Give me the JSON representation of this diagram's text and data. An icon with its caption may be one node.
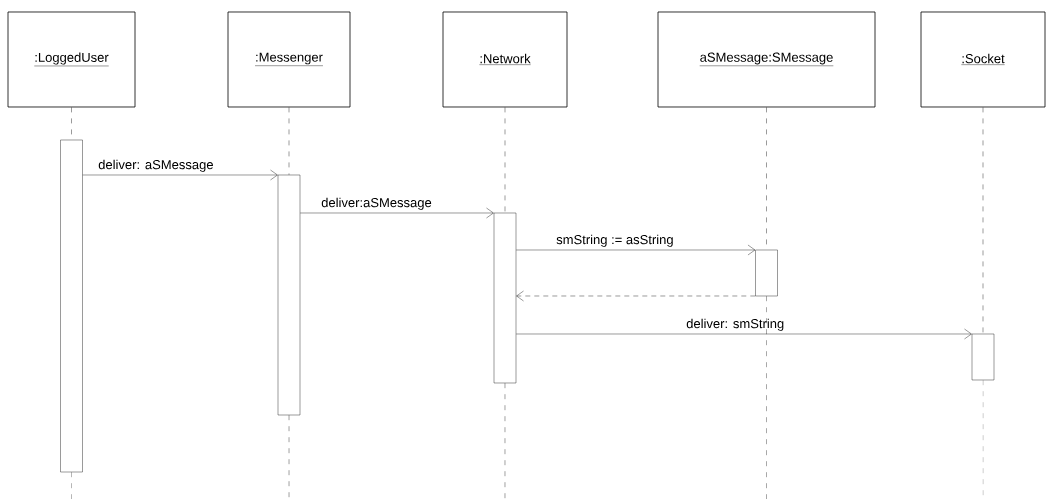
{
  "diagram": {
    "nodes": [
      {
        "text": [
          ":LoggedUser"
        ]
      },
      {
        "text": [
          ":Messenger"
        ]
      },
      {
        "text": [
          ":Network"
        ]
      },
      {
        "text": [
          "aSMessage:SMessage"
        ]
      },
      {
        "text": [
          ":Socket"
        ]
      },
      {
        "text": [],
        "shape": "bar"
      },
      {
        "text": [],
        "shape": "bar"
      },
      {
        "text": [],
        "shape": "bar"
      },
      {
        "text": [],
        "shape": "bar"
      },
      {
        "text": [],
        "shape": "bar"
      }
    ],
    "edges": [
      {
        "from": 0,
        "to": 5,
        "arrow": "none",
        "style": "dashed"
      },
      {
        "from": 1,
        "to": 6,
        "arrow": "none",
        "style": "dashed"
      },
      {
        "from": 2,
        "to": 7,
        "arrow": "none",
        "style": "dashed"
      },
      {
        "from": 3,
        "to": 8,
        "arrow": "none",
        "style": "dashed"
      },
      {
        "from": 4,
        "to": 9,
        "arrow": "none",
        "style": "dashed"
      },
      {
        "from": 5,
        "to": 6,
        "arrow": "to",
        "label": "deliver: aSMessage"
      },
      {
        "from": 6,
        "to": 7,
        "arrow": "to",
        "label": "deliver:aSMessage"
      },
      {
        "from": 7,
        "to": 8,
        "arrow": "to",
        "label": "smString := asString"
      },
      {
        "from": 8,
        "to": 7,
        "arrow": "to",
        "style": "dashed"
      },
      {
        "from": 7,
        "to": 9,
        "arrow": "to",
        "label": "deliver: smString"
      }
    ]
  }
}
